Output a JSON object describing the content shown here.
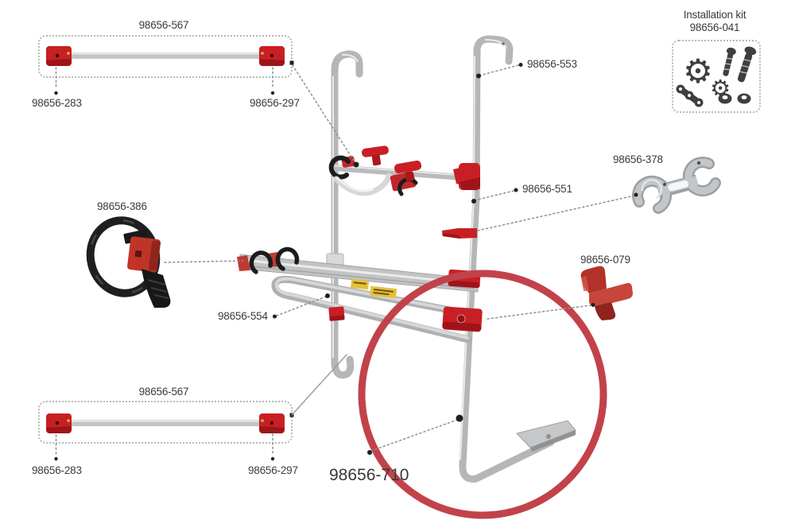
{
  "kit": {
    "title": "Installation kit",
    "part_number": "98656-041"
  },
  "parts": {
    "top_bar": {
      "assembly": "98656-567",
      "left_cap": "98656-283",
      "right_cap": "98656-297"
    },
    "bottom_bar": {
      "assembly": "98656-567",
      "left_cap": "98656-283",
      "right_cap": "98656-297"
    },
    "upper_rail": {
      "number": "98656-553"
    },
    "mid_rail": {
      "number": "98656-551"
    },
    "spacer_bracket": {
      "number": "98656-378"
    },
    "wheel_strap": {
      "number": "98656-386"
    },
    "bike_rail": {
      "number": "98656-554"
    },
    "support_clip": {
      "number": "98656-079"
    },
    "lower_rail": {
      "number": "98656-710"
    }
  },
  "colors": {
    "accent_red": "#c81f25",
    "highlight_ring_red": "#c2424a",
    "label_text": "#3b3b3b"
  }
}
